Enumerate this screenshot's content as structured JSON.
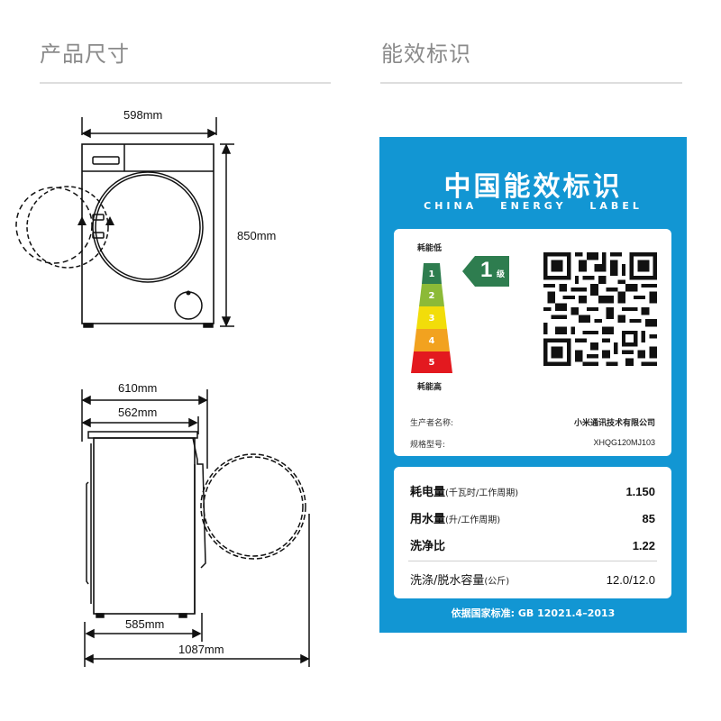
{
  "left_section": {
    "title": "产品尺寸",
    "front_view": {
      "width_label": "598mm",
      "height_label": "850mm"
    },
    "side_view": {
      "depth_with_door_label": "610mm",
      "body_depth_label": "562mm",
      "base_depth_label": "585mm",
      "total_depth_door_open_label": "1087mm"
    }
  },
  "right_section": {
    "title": "能效标识",
    "energy_label": {
      "title": "中国能效标识",
      "subtitle_words": [
        "CHINA",
        "ENERGY",
        "LABEL"
      ],
      "background_color": "#1296d3",
      "scale_top_text": "耗能低",
      "scale_bottom_text": "耗能高",
      "grades": [
        {
          "num": "1",
          "color": "#2e7d4f"
        },
        {
          "num": "2",
          "color": "#8cba37"
        },
        {
          "num": "3",
          "color": "#f2dd0a"
        },
        {
          "num": "4",
          "color": "#f2a21f"
        },
        {
          "num": "5",
          "color": "#e3191f"
        }
      ],
      "current_grade": {
        "num": "1",
        "unit": "级",
        "color": "#2e7d4f"
      },
      "manufacturer": {
        "label": "生产者名称:",
        "value": "小米通讯技术有限公司"
      },
      "model": {
        "label": "规格型号:",
        "value": "XHQG120MJ103"
      },
      "metrics": [
        {
          "name": "耗电量",
          "unit": "(千瓦时/工作周期)",
          "value": "1.150"
        },
        {
          "name": "用水量",
          "unit": "(升/工作周期)",
          "value": "85"
        },
        {
          "name": "洗净比",
          "unit": "",
          "value": "1.22"
        }
      ],
      "capacity": {
        "name": "洗涤/脱水容量",
        "unit": "(公斤)",
        "value": "12.0/12.0"
      },
      "standard": "依据国家标准: GB 12021.4–2013"
    }
  }
}
